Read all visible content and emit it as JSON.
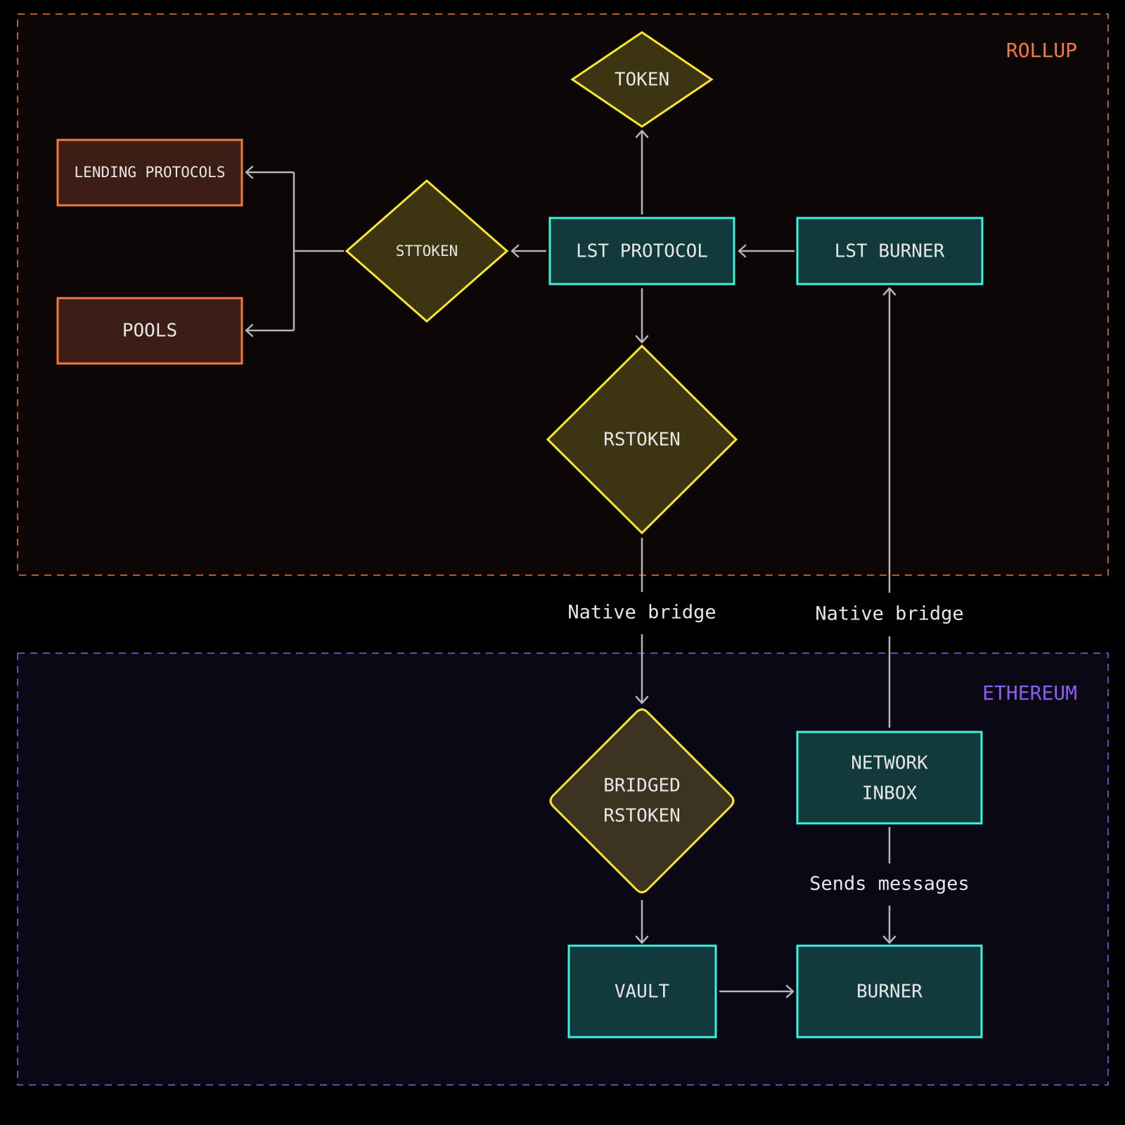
{
  "regions": {
    "rollup": {
      "label": "ROLLUP",
      "color": "#f07a3f",
      "fill": "#0d0606"
    },
    "ethereum": {
      "label": "ETHEREUM",
      "color": "#8d5cf0",
      "fill": "#0b0816"
    }
  },
  "colors": {
    "token_stroke": "#fbe62f",
    "token_fill": "#3d3512",
    "token_fill_bridged": "#3c3420",
    "contract_stroke": "#3ff0dc",
    "contract_fill": "#123a3c",
    "external_stroke": "#f07a3f",
    "external_fill": "#3d1e16",
    "edge": "#b4b4b4"
  },
  "nodes": {
    "token": {
      "label": "TOKEN",
      "kind": "token"
    },
    "lending_protocols": {
      "label": "LENDING PROTOCOLS",
      "kind": "external"
    },
    "pools": {
      "label": "POOLS",
      "kind": "external"
    },
    "sttoken": {
      "label": "STTOKEN",
      "kind": "token"
    },
    "lst_protocol": {
      "label": "LST PROTOCOL",
      "kind": "contract"
    },
    "lst_burner": {
      "label": "LST BURNER",
      "kind": "contract"
    },
    "rstoken": {
      "label": "RSTOKEN",
      "kind": "token"
    },
    "bridged_rstoken": {
      "label_line1": "BRIDGED",
      "label_line2": "RSTOKEN",
      "kind": "token"
    },
    "network_inbox": {
      "label_line1": "NETWORK",
      "label_line2": "INBOX",
      "kind": "contract"
    },
    "vault": {
      "label": "VAULT",
      "kind": "contract"
    },
    "burner": {
      "label": "BURNER",
      "kind": "contract"
    }
  },
  "edges": {
    "native_bridge_down": {
      "label": "Native bridge",
      "from": "rstoken",
      "to": "bridged_rstoken"
    },
    "native_bridge_up": {
      "label": "Native bridge",
      "from": "network_inbox",
      "to": "lst_burner"
    },
    "sends_messages": {
      "label": "Sends messages",
      "from": "network_inbox",
      "to": "burner"
    }
  }
}
